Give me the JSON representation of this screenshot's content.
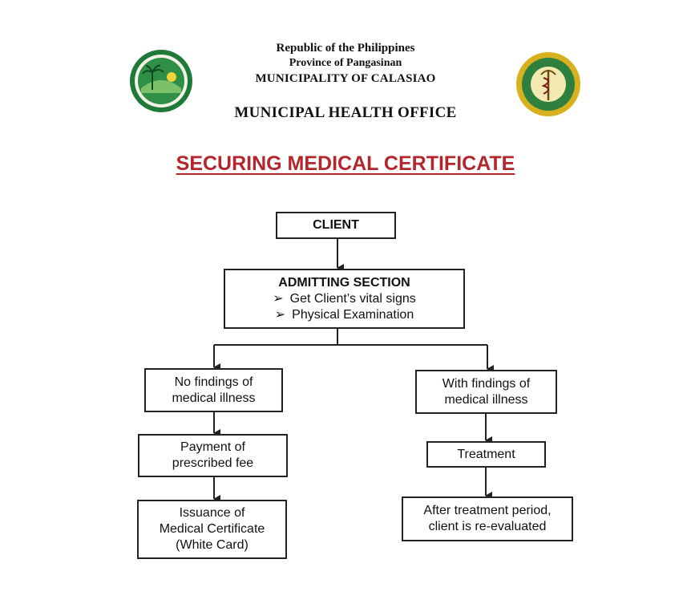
{
  "header": {
    "line1": "Republic of the Philippines",
    "line2": "Province of Pangasinan",
    "line3": "MUNICIPALITY OF CALASIAO",
    "office": "MUNICIPAL HEALTH OFFICE"
  },
  "title": "SECURING MEDICAL CERTIFICATE",
  "colors": {
    "title": "#b3262b",
    "seal_green": "#1f7a3a",
    "seal_gold": "#d8b21e"
  },
  "flow": {
    "client": "CLIENT",
    "admitting": {
      "title": "ADMITTING SECTION",
      "steps": [
        "Get Client’s vital signs",
        "Physical Examination"
      ],
      "bullet": "➢"
    },
    "left": {
      "no_findings": [
        "No findings of",
        "medical illness"
      ],
      "payment": [
        "Payment of",
        "prescribed fee"
      ],
      "issuance": [
        "Issuance of",
        "Medical Certificate",
        "(White Card)"
      ]
    },
    "right": {
      "with_findings": [
        "With findings of",
        "medical illness"
      ],
      "treatment": "Treatment",
      "reevaluated": [
        "After treatment period,",
        "client is re-evaluated"
      ]
    }
  }
}
